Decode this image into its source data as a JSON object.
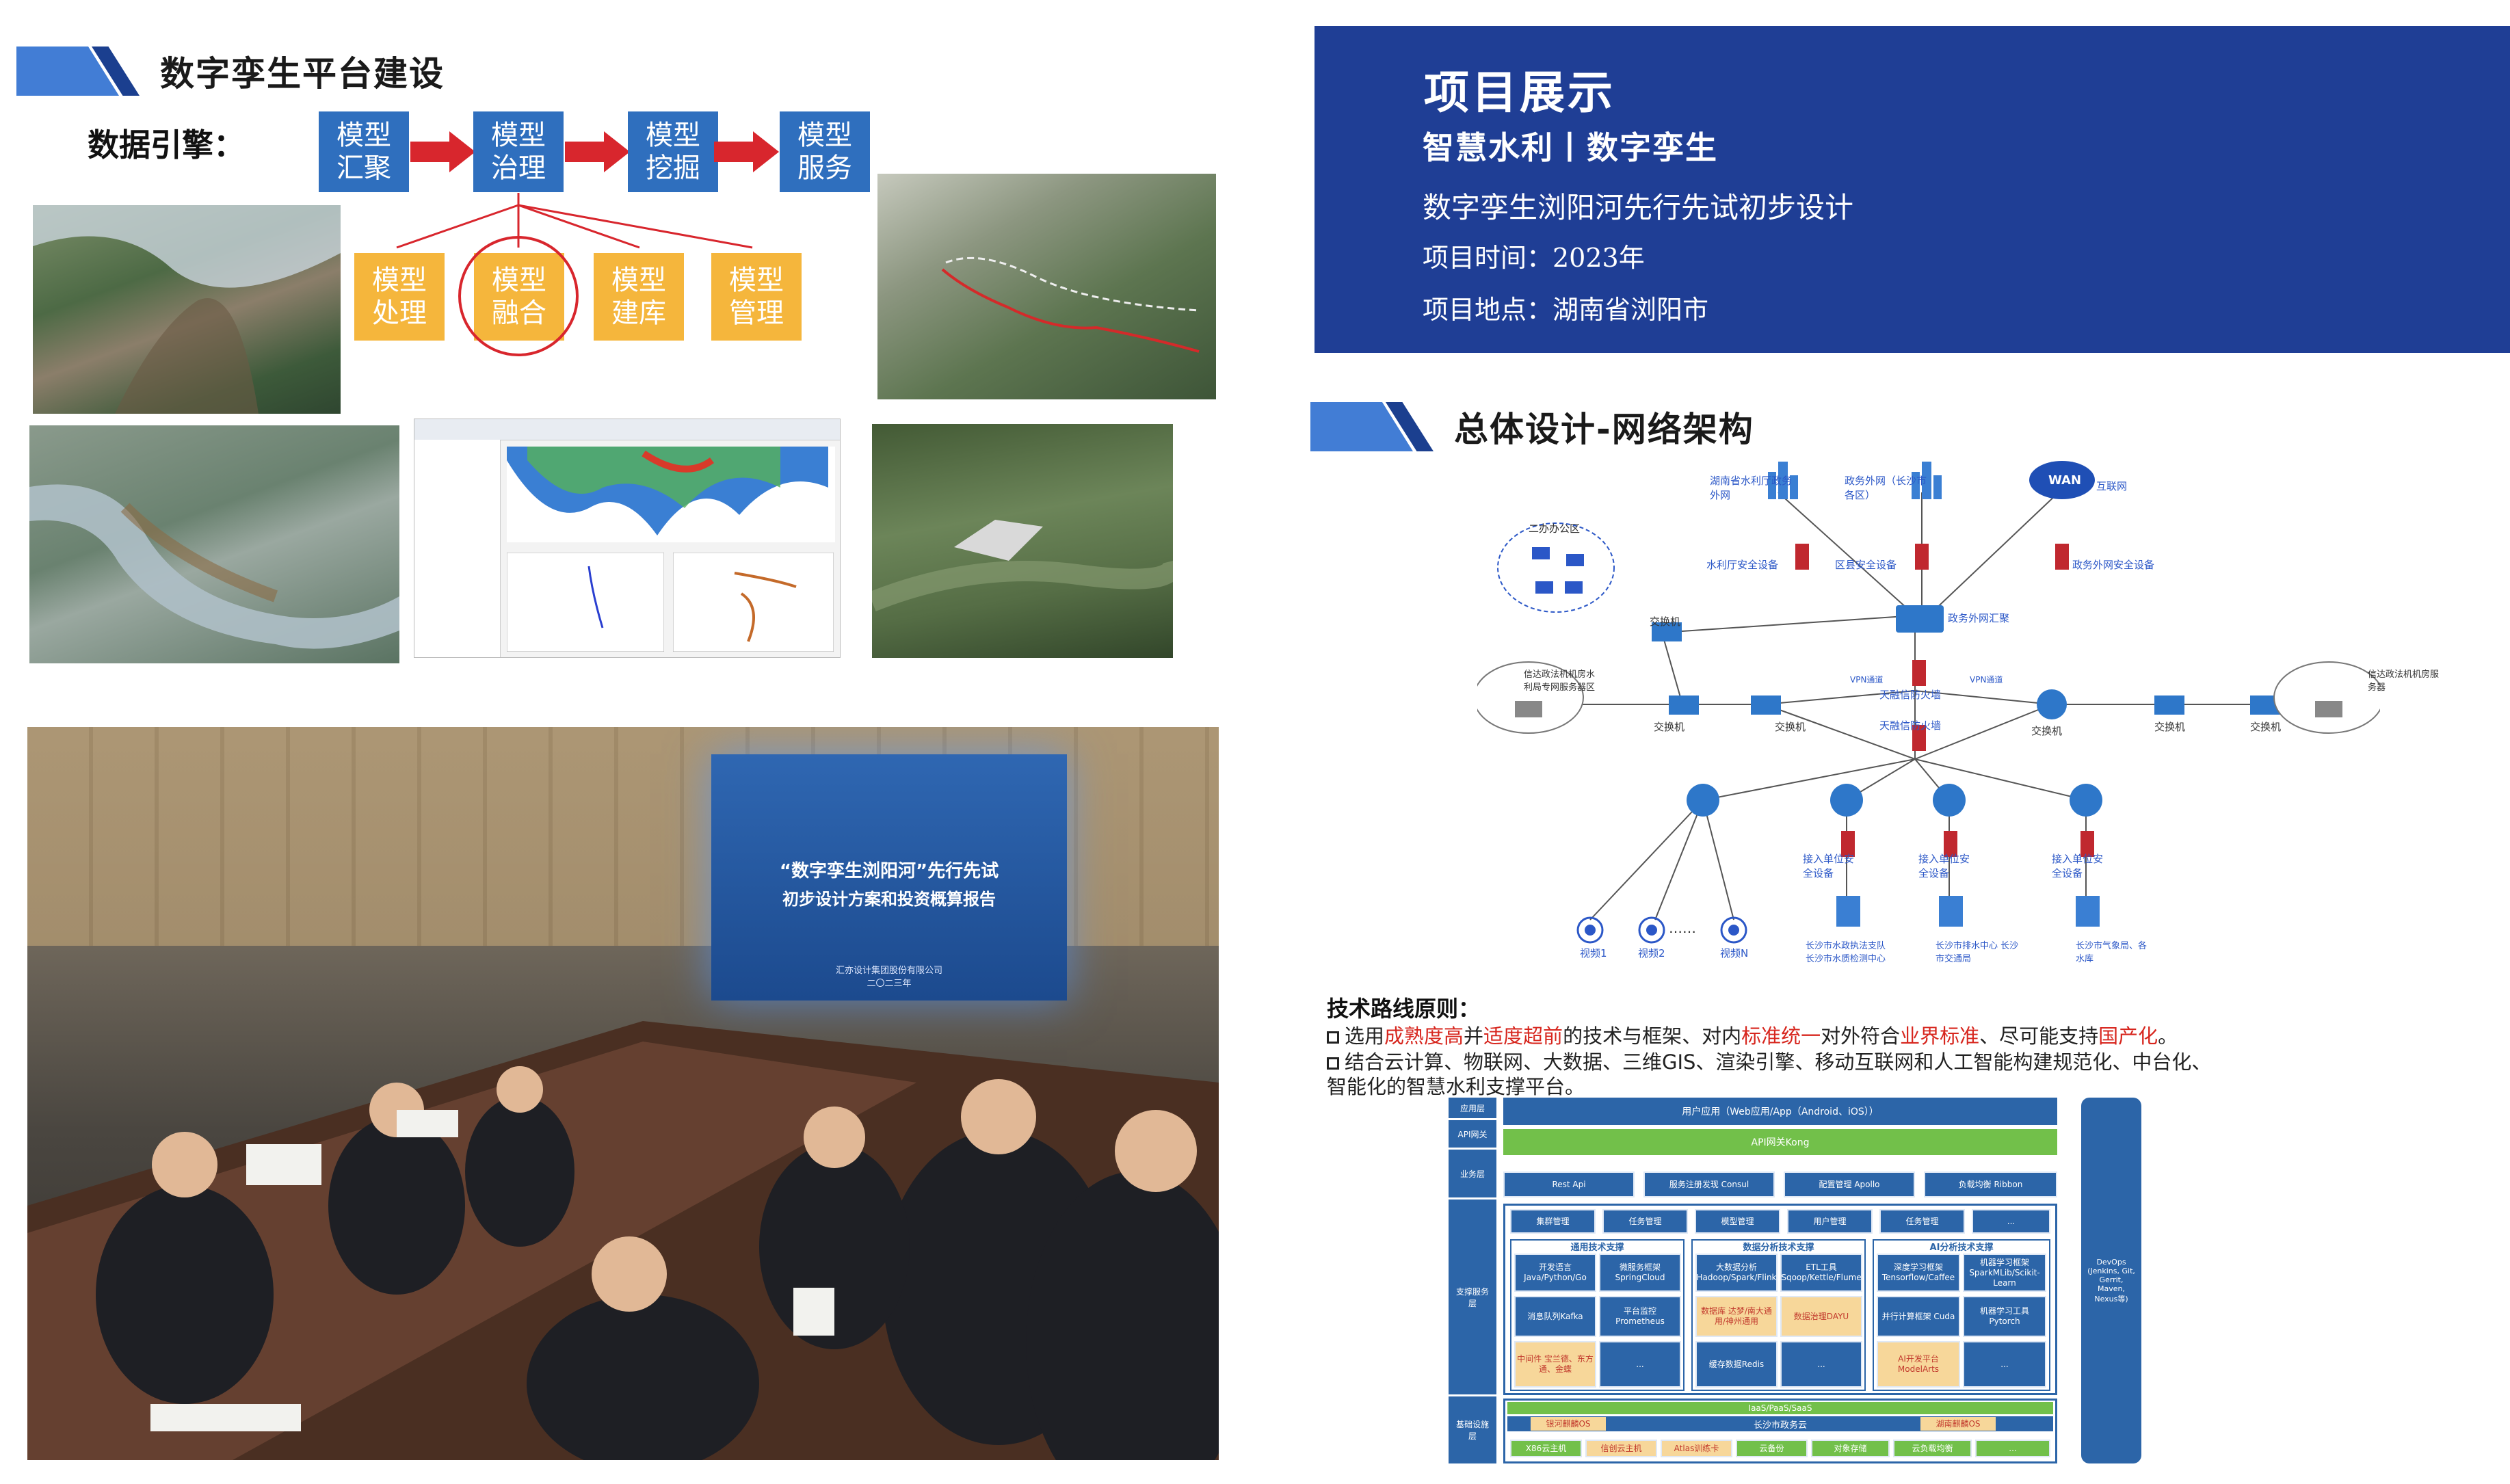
{
  "left": {
    "section_title": "数字孪生平台建设",
    "engine_label": "数据引擎：",
    "flow_steps": [
      {
        "line1": "模型",
        "line2": "汇聚"
      },
      {
        "line1": "模型",
        "line2": "治理"
      },
      {
        "line1": "模型",
        "line2": "挖掘"
      },
      {
        "line1": "模型",
        "line2": "服务"
      }
    ],
    "sub_steps": [
      {
        "line1": "模型",
        "line2": "处理"
      },
      {
        "line1": "模型",
        "line2": "融合"
      },
      {
        "line1": "模型",
        "line2": "建库"
      },
      {
        "line1": "模型",
        "line2": "管理"
      }
    ],
    "meeting_screen": {
      "title": "“数字孪生浏阳河”先行先试",
      "subtitle": "初步设计方案和投资概算报告",
      "company": "汇亦设计集团股份有限公司",
      "date": "二〇二三年"
    }
  },
  "project": {
    "title": "项目展示",
    "tags": "智慧水利丨数字孪生",
    "name": "数字孪生浏阳河先行先试初步设计",
    "time": "项目时间：2023年",
    "location": "项目地点：湖南省浏阳市"
  },
  "network": {
    "section_title": "总体设计-网络架构",
    "labels": {
      "hunan_water": "湖南省水利厅政务外网",
      "gov_net": "政务外网（长沙市各区）",
      "wan": "WAN",
      "internet": "互联网",
      "water_sec": "水利厅安全设备",
      "district_sec": "区县安全设备",
      "gov_sec": "政务外网安全设备",
      "gov_core": "政务外网汇聚",
      "private_cloud": "二办办公区",
      "switch": "交换机",
      "left_server": "信达政法机机房水利局专网服务器区",
      "right_server": "信达政法机机房服务器",
      "vpn1": "VPN通道",
      "vpn2": "VPN通道",
      "firewall1": "天融信防火墙",
      "firewall2": "天融信防火墙",
      "access1": "接入单位安全设备",
      "access2": "接入单位安全设备",
      "access3": "接入单位安全设备",
      "site1": "长沙市水政执法支队 长沙市水质检测中心",
      "site2": "长沙市排水中心 长沙市交通局",
      "site3": "长沙市气象局、各水库",
      "cam1": "视频1",
      "cam2": "视频2",
      "camN": "视频N",
      "dots": "……"
    }
  },
  "tech": {
    "title": "技术路线原则：",
    "p1": [
      {
        "t": "选用",
        "c": "#222222"
      },
      {
        "t": "成熟度高",
        "c": "#d7261e"
      },
      {
        "t": "并",
        "c": "#222222"
      },
      {
        "t": "适度超前",
        "c": "#d7261e"
      },
      {
        "t": "的技术与框架、对内",
        "c": "#222222"
      },
      {
        "t": "标准统一",
        "c": "#d7261e"
      },
      {
        "t": "对外符合",
        "c": "#222222"
      },
      {
        "t": "业界标准",
        "c": "#d7261e"
      },
      {
        "t": "、尽可能支持",
        "c": "#222222"
      },
      {
        "t": "国产化",
        "c": "#d7261e"
      },
      {
        "t": "。",
        "c": "#222222"
      }
    ],
    "p2a": "结合云计算、物联网、大数据、三维GIS、渲染引擎、移动互联网和人工智能构建规范化、中台化、",
    "p2b": "智能化的智慧水利支撑平台。",
    "arch": {
      "layer_app": "应用层",
      "layer_api": "API网关",
      "layer_biz": "业务层",
      "layer_support": "支撑服务层",
      "layer_infra": "基础设施层",
      "user_app": "用户应用（Web应用/App（Android、iOS））",
      "api_gw": "API网关Kong",
      "rest_api": "Rest Api",
      "consul": "服务注册发现 Consul",
      "apollo": "配置管理 Apollo",
      "ribbon": "负载均衡 Ribbon",
      "mgmt": [
        "集群管理",
        "任务管理",
        "模型管理",
        "用户管理",
        "任务管理",
        "..."
      ],
      "g_general": "通用技术支撑",
      "g_data": "数据分析技术支撑",
      "g_ai": "AI分析技术支撑",
      "c_lang": "开发语言 Java/Python/Go",
      "c_micro": "微服务框架 SpringCloud",
      "c_bigdata": "大数据分析 Hadoop/Spark/Flink",
      "c_etl": "ETL工具 Sqoop/Kettle/Flume",
      "c_dl": "深度学习框架 Tensorflow/Caffee",
      "c_ml": "机器学习框架 SparkMLib/Scikit-Learn",
      "c_mq": "消息队列Kafka",
      "c_mon": "平台监控 Prometheus",
      "c_db": "数据库 达梦/南大通用/神州通用",
      "c_gov": "数据治理DAYU",
      "c_cuda": "并行计算框架 Cuda",
      "c_torch": "机器学习工具 Pytorch",
      "c_mid": "中间件 宝兰德、东方通、金蝶",
      "c_dots": "...",
      "c_redis": "缓存数据Redis",
      "c_dots2": "...",
      "c_ai": "AI开发平台 ModelArts",
      "c_dots3": "...",
      "iaas": "IaaS/PaaS/SaaS",
      "cloud": "长沙市政务云",
      "os1": "银河麒麟OS",
      "os2": "湖南麒麟OS",
      "hw": [
        "X86云主机",
        "信创云主机",
        "Atlas训练卡",
        "云备份",
        "对象存储",
        "云负载均衡",
        "..."
      ],
      "devops": "DevOps (Jenkins, Git, Gerrit, Maven, Nexus等)"
    }
  },
  "colors": {
    "navy": "#1f3e95",
    "flow_blue": "#2f6fbe",
    "flow_orange": "#f5b63c",
    "arrow_red": "#d8262d",
    "accent_red": "#d7261e"
  }
}
